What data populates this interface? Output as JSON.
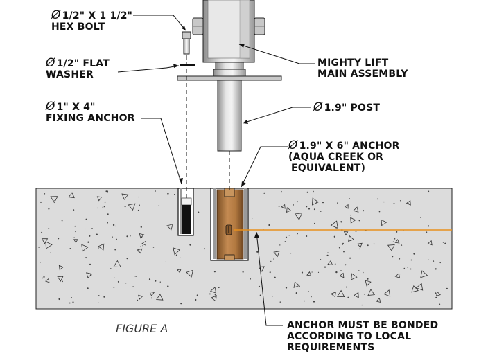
{
  "diameter_symbol": "Ø",
  "labels": {
    "hex_bolt": {
      "line1": "1/2\" X 1 1/2\"",
      "line2": "HEX BOLT"
    },
    "flat_washer": {
      "line1": "1/2\" FLAT",
      "line2": "WASHER"
    },
    "fixing_anchor": {
      "line1": "1\" X 4\"",
      "line2": "FIXING ANCHOR"
    },
    "main_assembly": {
      "line1": "MIGHTY LIFT",
      "line2": "MAIN ASSEMBLY"
    },
    "post": {
      "line1": "1.9\" POST"
    },
    "anchor": {
      "line1": "1.9\" X 6\" ANCHOR",
      "line2": "(AQUA CREEK OR",
      "line3": "EQUIVALENT)"
    },
    "bonding_note": {
      "line1": "ANCHOR MUST BE BONDED",
      "line2": "ACCORDING TO LOCAL",
      "line3": "REQUIREMENTS"
    }
  },
  "figure_caption": "FIGURE A",
  "colors": {
    "concrete": "#dcdcdc",
    "anchor_bronze": "#b07a44",
    "bond_wire": "#e8901c",
    "steel": "#d4d4d4",
    "line": "#111111"
  }
}
